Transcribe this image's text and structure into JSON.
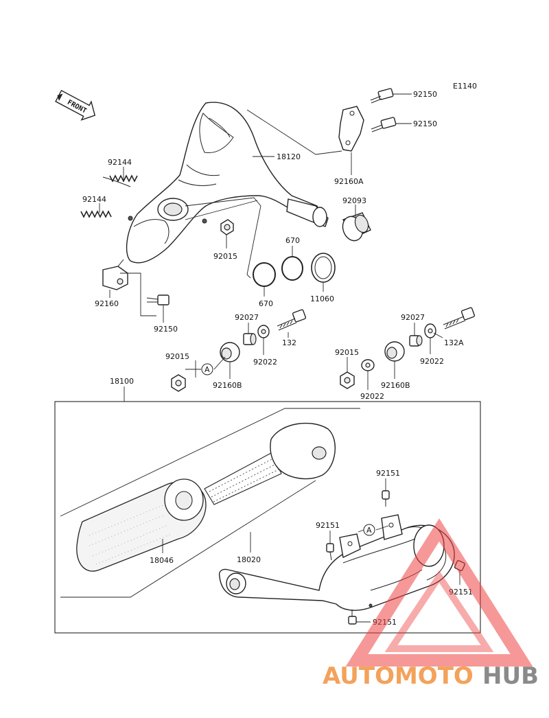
{
  "diagram_code": "E1140",
  "front_label": "FRONT",
  "callout_marker": "A",
  "watermark": {
    "part1": "AUTOMOTO",
    "part2": "HUB",
    "color_orange": "#f3a25b",
    "color_gray": "#8a8a8a",
    "color_triangle": "#ef4444"
  },
  "parts": {
    "bolt_top_1": "92150",
    "bolt_top_2": "92150",
    "chamber": "18120",
    "bracket_top": "92160A",
    "spring_1": "92144",
    "spring_2": "92144",
    "grommet_right": "92093",
    "nut_upper": "92015",
    "oring_1": "670",
    "oring_2": "670",
    "gasket": "11060",
    "bracket_left": "92160",
    "bolt_left": "92150",
    "collar_1": "92027",
    "bolt_132": "132",
    "washer_1": "92022",
    "nut_left": "92015",
    "damper_left": "92160B",
    "collar_2": "92027",
    "bolt_132a": "132A",
    "nut_right": "92015",
    "washer_2": "92022",
    "damper_right": "92160B",
    "washer_3": "92022",
    "silencer_assy": "18100",
    "bolt_s1": "92151",
    "bolt_s2": "92151",
    "bolt_s3": "92151",
    "bolt_s4": "92151",
    "packing": "18046",
    "pipe": "18020"
  }
}
